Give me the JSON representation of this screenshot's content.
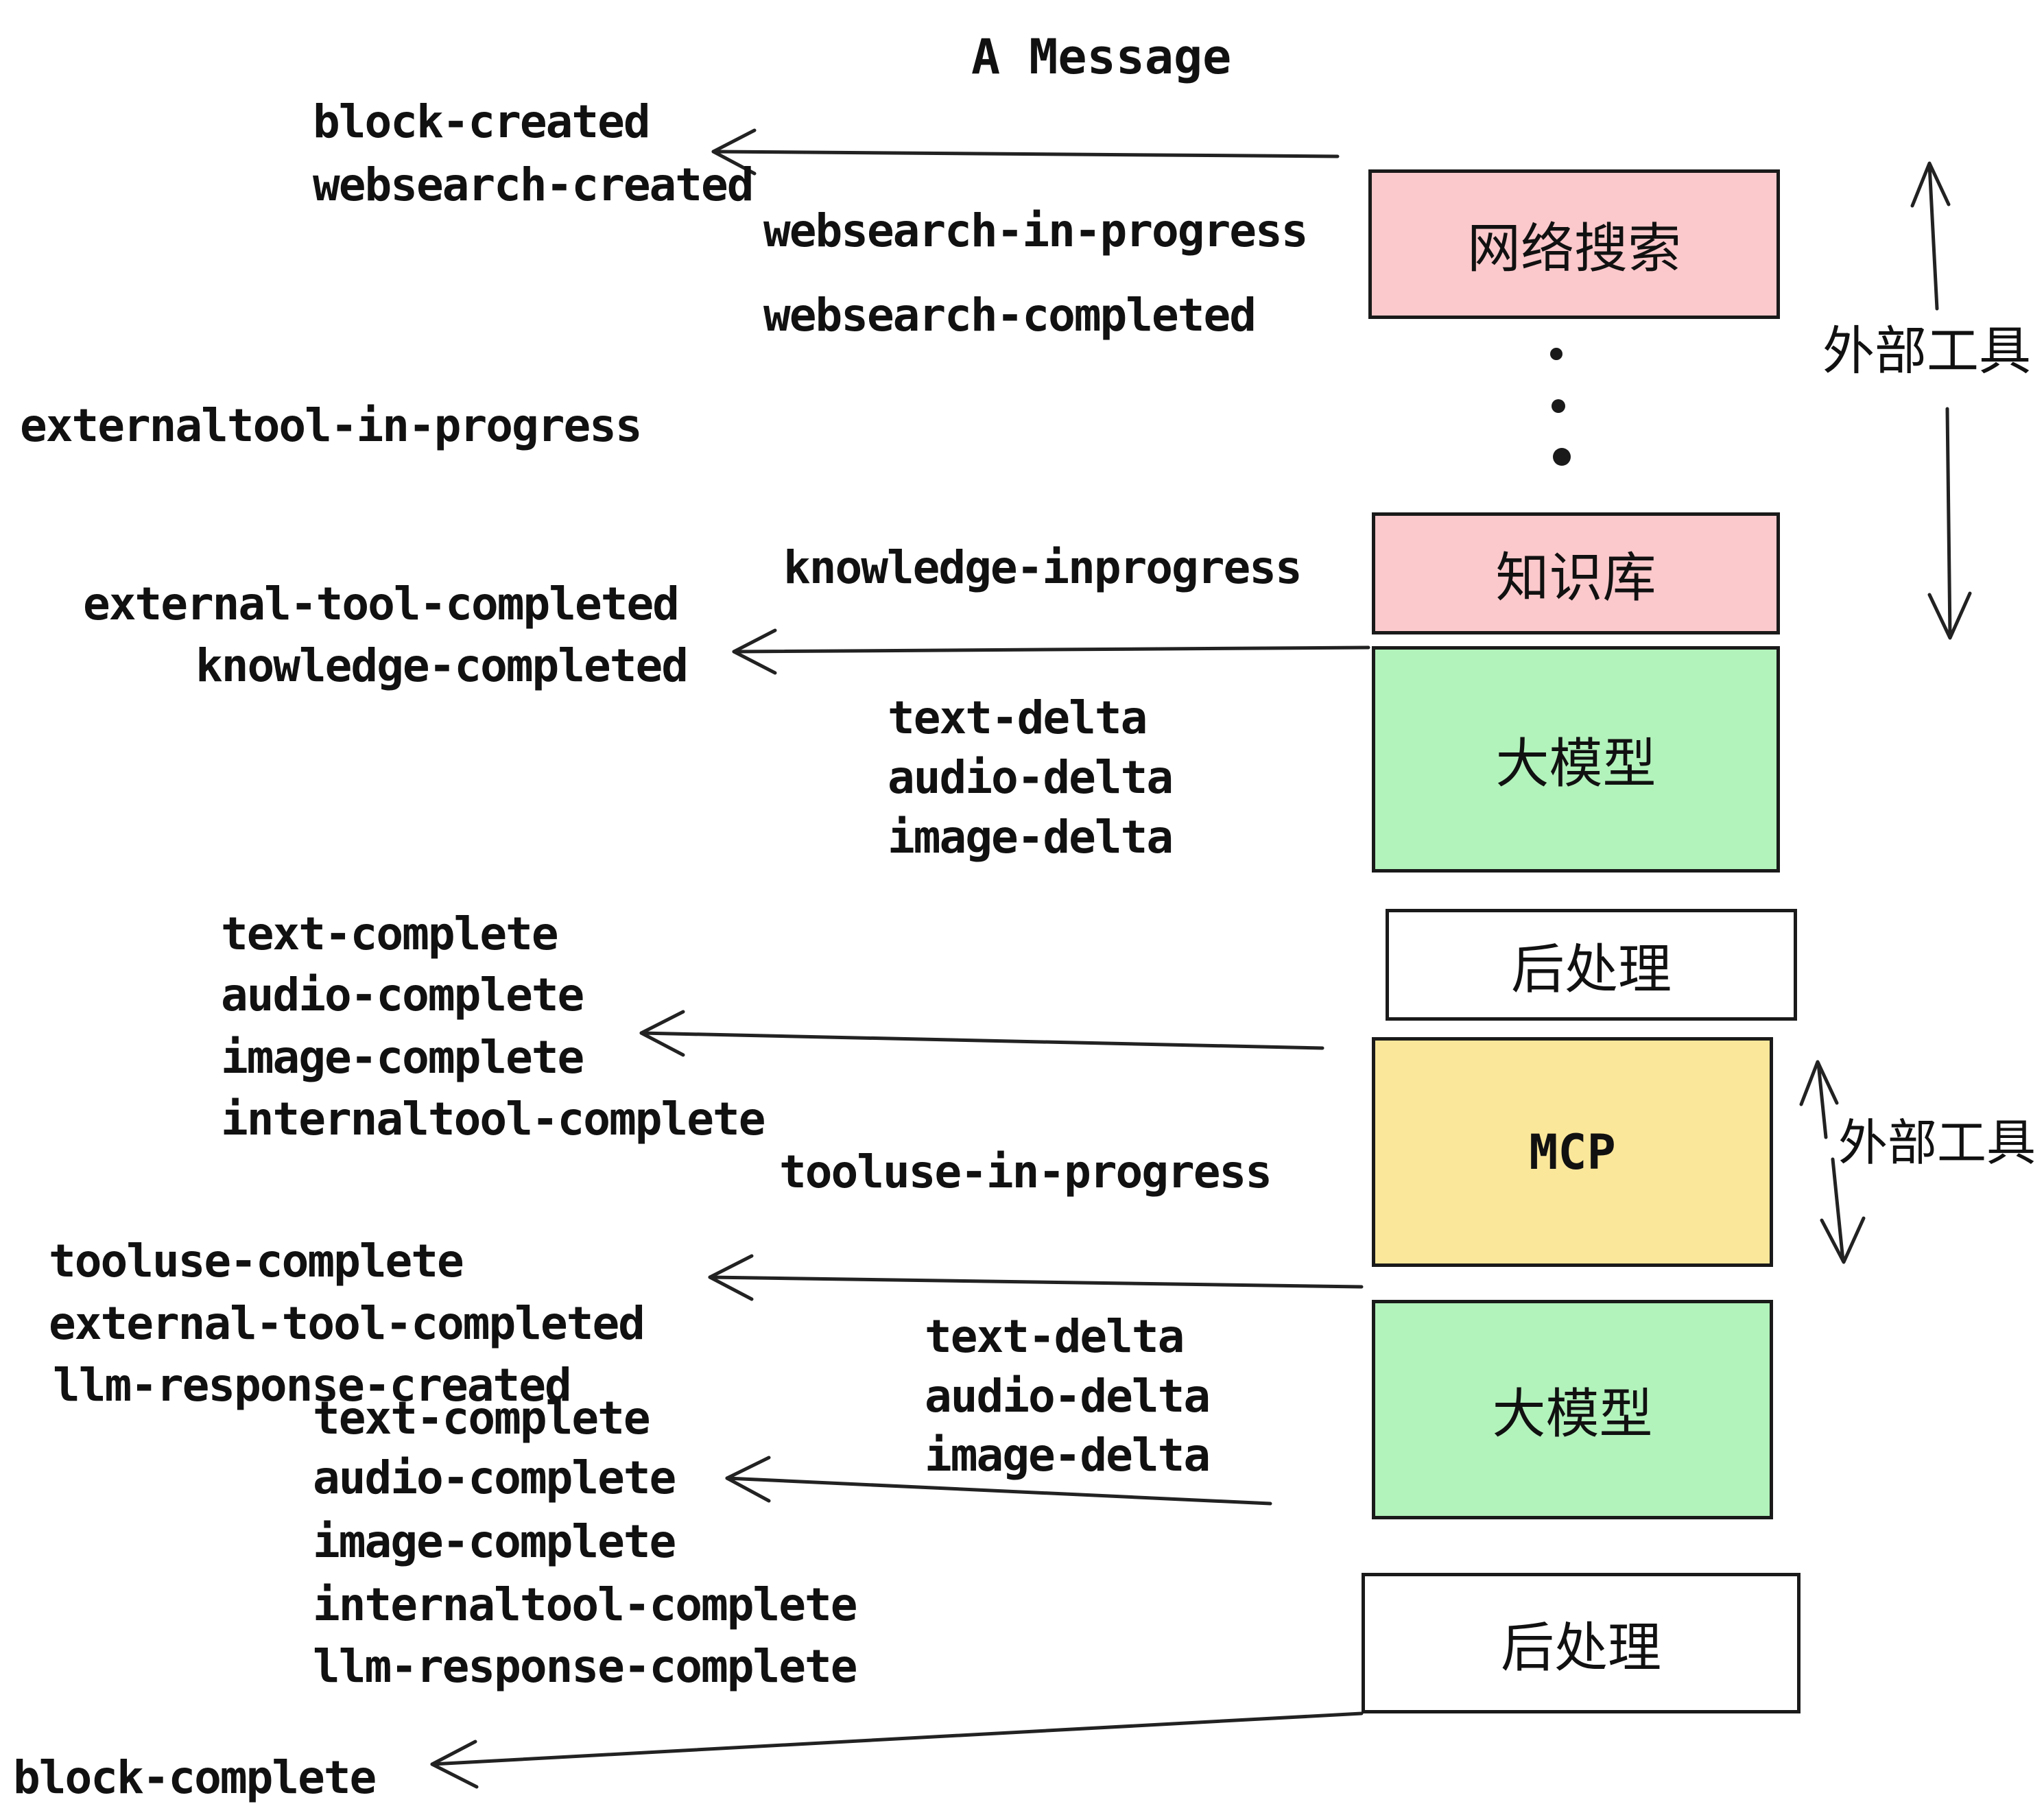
{
  "title": "A Message",
  "diagram": {
    "boxes": [
      {
        "id": "websearch",
        "label": "网络搜索",
        "color": "#FBC8CB"
      },
      {
        "id": "knowledge",
        "label": "知识库",
        "color": "#FBC8CB"
      },
      {
        "id": "llm-1",
        "label": "大模型",
        "color": "#B2F2BB"
      },
      {
        "id": "post-1",
        "label": "后处理",
        "color": "#FFFFFF"
      },
      {
        "id": "mcp",
        "label": "MCP",
        "color": "#FBE79A"
      },
      {
        "id": "llm-2",
        "label": "大模型",
        "color": "#B2F2BB"
      },
      {
        "id": "post-2",
        "label": "后处理",
        "color": "#FFFFFF"
      }
    ],
    "side_annotations": [
      {
        "id": "external-tools-top",
        "label": "外部工具"
      },
      {
        "id": "external-tools-mcp",
        "label": "外部工具"
      }
    ],
    "event_labels": [
      "block-created",
      "websearch-created",
      "websearch-in-progress",
      "websearch-completed",
      "externaltool-in-progress",
      "knowledge-inprogress",
      "external-tool-completed",
      "knowledge-completed",
      "text-delta",
      "audio-delta",
      "image-delta",
      "text-complete",
      "audio-complete",
      "image-complete",
      "internaltool-complete",
      "tooluse-in-progress",
      "tooluse-complete",
      "external-tool-completed",
      "llm-response-created",
      "text-delta",
      "audio-delta",
      "image-delta",
      "text-complete",
      "audio-complete",
      "image-complete",
      "internaltool-complete",
      "llm-response-complete",
      "block-complete"
    ],
    "colors": {
      "box_border": "#1a1a1a",
      "arrow": "#222222",
      "text": "#111111",
      "pink": "#FBC8CB",
      "green": "#B2F2BB",
      "yellow": "#FBE79A",
      "white": "#FFFFFF"
    }
  }
}
